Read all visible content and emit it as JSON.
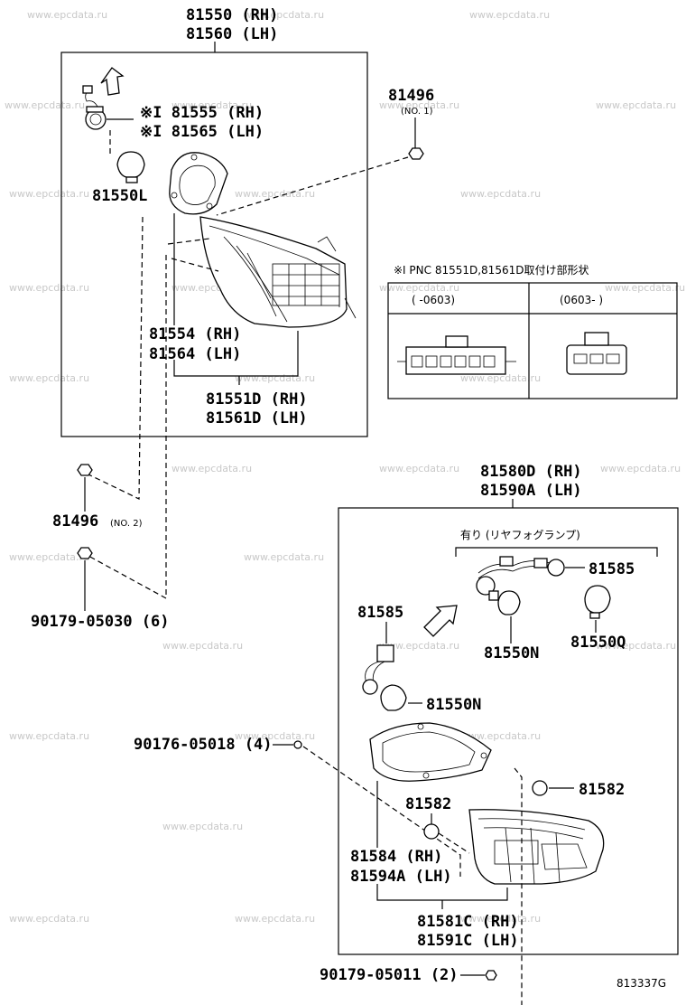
{
  "watermark": "www.epcdata.ru",
  "labels": {
    "upper_assy_rh": "81550 (RH)",
    "upper_assy_lh": "81560 (LH)",
    "socket_rh": "※I 81555 (RH)",
    "socket_lh": "※I 81565 (LH)",
    "bulb_upper": "81550L",
    "nut_upper_num": "81496",
    "nut_upper_no": "(NO. 1)",
    "gasket_rh": "81554 (RH)",
    "gasket_lh": "81564 (LH)",
    "lens_rh": "81551D (RH)",
    "lens_lh": "81561D (LH)",
    "nut_left_num": "81496",
    "nut_left_no": "(NO. 2)",
    "nut_bottom_left": "90179-05030 (6)",
    "lower_assy_rh": "81580D (RH)",
    "lower_assy_lh": "81590A (LH)",
    "fog_note": "有り (リヤフォグランプ)",
    "socket_fog": "81585",
    "socket_lower": "81585",
    "bulb_fog_n": "81550N",
    "bulb_fog_q": "81550Q",
    "bulb_lower_n": "81550N",
    "clip_screw": "90176-05018 (4)",
    "cushion_right": "81582",
    "cushion_mid": "81582",
    "gasket2_rh": "81584 (RH)",
    "gasket2_lh": "81594A (LH)",
    "lens2_rh": "81581C (RH)",
    "lens2_lh": "81591C (LH)",
    "nut_bottom": "90179-05011 (2)",
    "ref_code": "813337G"
  },
  "inset": {
    "title": "※I PNC 81551D,81561D取付け部形状",
    "col1": "(      -0603)",
    "col2": "(0603-      )"
  }
}
